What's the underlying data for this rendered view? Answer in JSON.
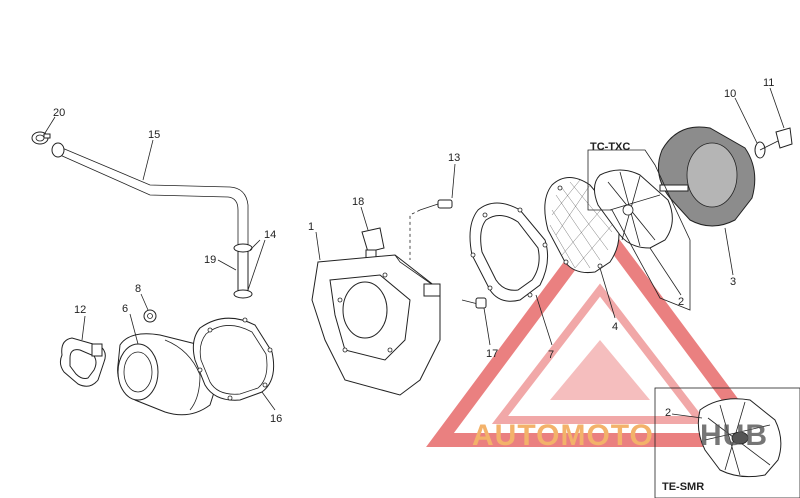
{
  "callouts": [
    {
      "id": "20",
      "text": "20"
    },
    {
      "id": "15",
      "text": "15"
    },
    {
      "id": "13",
      "text": "13"
    },
    {
      "id": "18",
      "text": "18"
    },
    {
      "id": "1",
      "text": "1"
    },
    {
      "id": "14",
      "text": "14"
    },
    {
      "id": "19",
      "text": "19"
    },
    {
      "id": "8",
      "text": "8"
    },
    {
      "id": "6",
      "text": "6"
    },
    {
      "id": "12",
      "text": "12"
    },
    {
      "id": "16",
      "text": "16"
    },
    {
      "id": "17",
      "text": "17"
    },
    {
      "id": "7",
      "text": "7"
    },
    {
      "id": "4",
      "text": "4"
    },
    {
      "id": "2",
      "text": "2"
    },
    {
      "id": "3",
      "text": "3"
    },
    {
      "id": "10",
      "text": "10"
    },
    {
      "id": "11",
      "text": "11"
    },
    {
      "id": "2b",
      "text": "2"
    }
  ],
  "boxes": {
    "tc_txc": "TC-TXC",
    "te_smr": "TE-SMR"
  },
  "watermark": {
    "part1": "AUTOMOTO",
    "part2": "HUB",
    "color_main": "#f3b26a",
    "color_end": "#555555",
    "triangle_color": "#e23b3b"
  }
}
